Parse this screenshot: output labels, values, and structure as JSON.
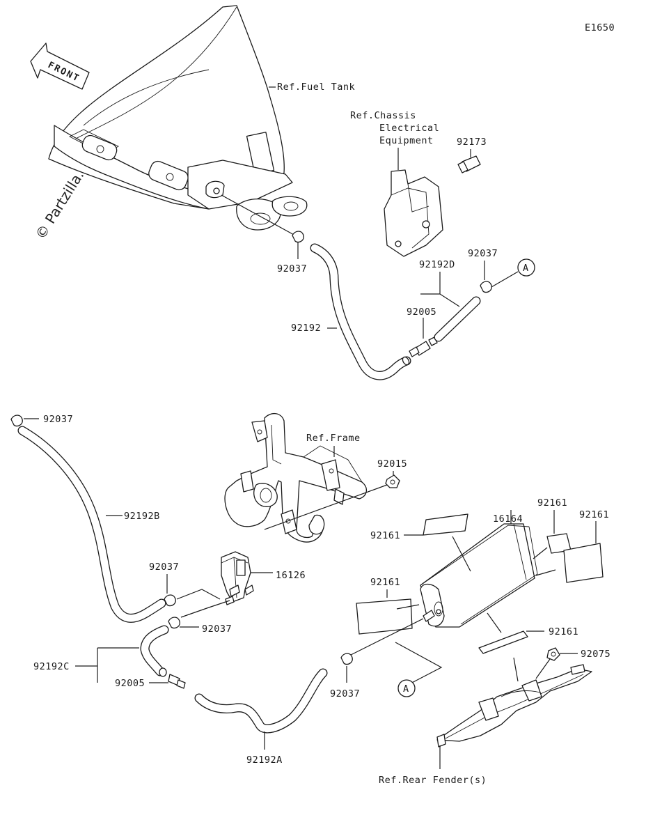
{
  "diagram_code": "E1650",
  "front_label": "FRONT",
  "watermark": "© Partzilla.com",
  "circle_ref": "A",
  "refs": {
    "fuel_tank": "Ref.Fuel Tank",
    "chassis_1": "Ref.Chassis",
    "chassis_2": "Electrical",
    "chassis_3": "Equipment",
    "frame": "Ref.Frame",
    "rear_fender": "Ref.Rear Fender(s)"
  },
  "labels": {
    "p92173": "92173",
    "p92037_tank": "92037",
    "p92192D": "92192D",
    "p92037_top": "92037",
    "p92005_top": "92005",
    "p92192": "92192",
    "p92037_left": "92037",
    "p92192B": "92192B",
    "p92015": "92015",
    "p16164": "16164",
    "p92161_a": "92161",
    "p92161_b": "92161",
    "p92161_c": "92161",
    "p92161_d": "92161",
    "p92161_e": "92161",
    "p92037_valve_top": "92037",
    "p16126": "16126",
    "p92037_valve_bot": "92037",
    "p92192C": "92192C",
    "p92005_bot": "92005",
    "p92037_canister": "92037",
    "p92075": "92075",
    "p92192A": "92192A"
  }
}
